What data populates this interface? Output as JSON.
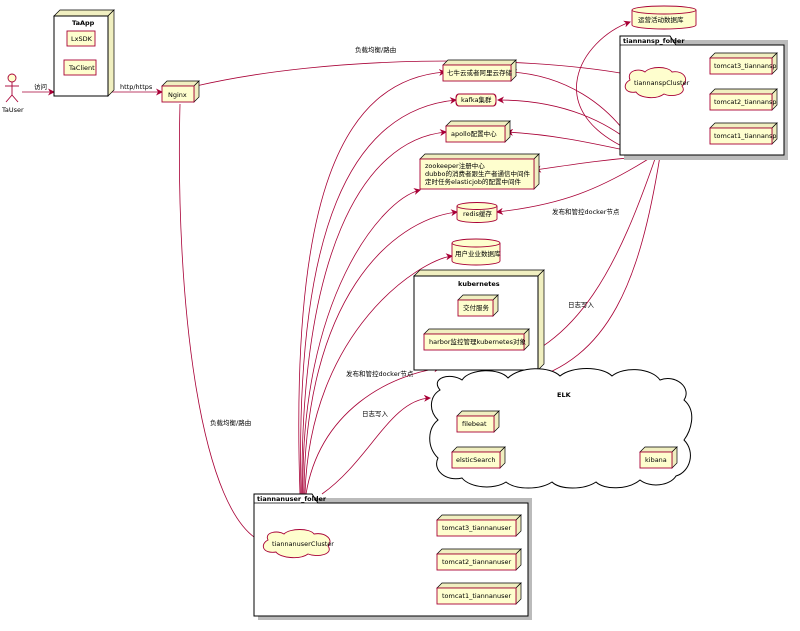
{
  "actor": {
    "name": "TaUser"
  },
  "taapp": {
    "title": "TaApp",
    "items": [
      "LxSDK",
      "TaClient"
    ]
  },
  "nginx": {
    "label": "Nginx"
  },
  "edge_labels": {
    "visit": "访问",
    "http": "http/https",
    "lb_top": "负载均衡/路由",
    "lb_left": "负载均衡/路由",
    "deploy_right": "发布和管控docker节点",
    "log_right": "日志写入",
    "deploy_left": "发布和管控docker节点",
    "log_left": "日志写入"
  },
  "services": {
    "ops_db": "运营活动数据库",
    "qiniu": "七牛云或者阿里云存储",
    "kafka": "kafka集群",
    "apollo": "apollo配置中心",
    "zookeeper": [
      "zookeeper注册中心",
      "dubbo的消费者跟生产者通信中间件",
      "定时任务elasticjob的配置中间件"
    ],
    "redis": "redis缓存",
    "user_db": "用户业业数据库"
  },
  "tiannansp": {
    "title": "tiannansp_folder",
    "cluster": "tiannanspCluster",
    "nodes": [
      "tomcat3_tiannansp",
      "tomcat2_tiannansp",
      "tomcat1_tiannansp"
    ]
  },
  "kubernetes": {
    "title": "kubernetes",
    "items": [
      "交付服务",
      "harbor监控管理kubernetes对象"
    ]
  },
  "elk": {
    "title": "ELK",
    "items": [
      "filebeat",
      "elsticSearch",
      "kibana"
    ]
  },
  "tiannanuser": {
    "title": "tiannanuser_folder",
    "cluster": "tiannanuserCluster",
    "nodes": [
      "tomcat3_tiannanuser",
      "tomcat2_tiannanuser",
      "tomcat1_tiannanuser"
    ]
  }
}
